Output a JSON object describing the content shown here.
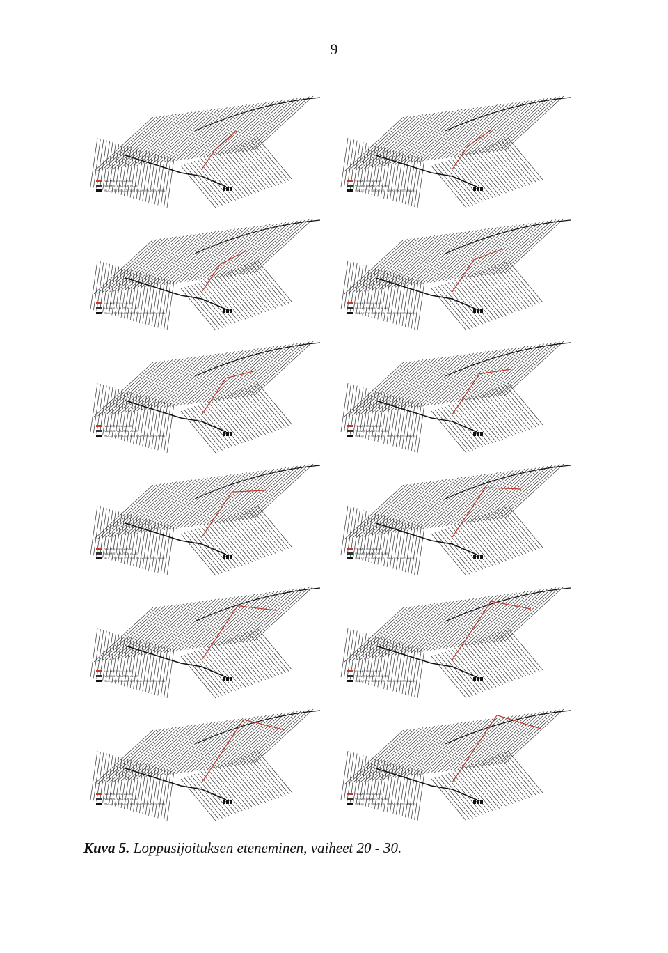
{
  "page_number": "9",
  "caption": {
    "label": "Kuva 5.",
    "text": "Loppusijoituksen eteneminen, vaiheet 20 - 30."
  },
  "colors": {
    "hatch": "#333333",
    "tunnel": "#111111",
    "active_tunnel": "#c0392b"
  },
  "panels": [
    {
      "id": "1",
      "legend": [
        "VALMISTELU-ALUE",
        "VALMISTAMATON ALUE",
        "SULJETTU SIJOITUS- TAI KESKUSTUNNELI"
      ]
    },
    {
      "id": "2",
      "legend": [
        "VALMISTELU-ALUE",
        "VALMISTAMATON ALUE",
        "SULJETTU SIJOITUS- TAI KESKUSTUNNELI"
      ]
    },
    {
      "id": "3",
      "legend": [
        "VALMISTELU-ALUE",
        "VALMISTAMATON ALUE",
        "SULJETTU SIJOITUS- TAI KESKUSTUNNELI"
      ]
    },
    {
      "id": "4",
      "legend": [
        "VALMISTELU-ALUE",
        "VALMISTAMATON ALUE",
        "SULJETTU SIJOITUS- TAI KESKUSTUNNELI"
      ]
    },
    {
      "id": "5",
      "legend": [
        "VALMISTELU-ALUE",
        "VALMISTAMATON ALUE",
        "SULJETTU SIJOITUS- TAI KESKUSTUNNELI"
      ]
    },
    {
      "id": "6",
      "legend": [
        "VALMISTELU-ALUE",
        "VALMISTAMATON ALUE",
        "SULJETTU SIJOITUS- TAI KESKUSTUNNELI"
      ]
    },
    {
      "id": "7",
      "legend": [
        "VALMISTELU-ALUE",
        "VALMISTAMATON ALUE",
        "SULJETTU SIJOITUS- TAI KESKUSTUNNELI"
      ]
    },
    {
      "id": "8",
      "legend": [
        "VALMISTELU-ALUE",
        "VALMISTAMATON ALUE",
        "SULJETTU SIJOITUS- TAI KESKUSTUNNELI"
      ]
    },
    {
      "id": "9",
      "legend": [
        "VALMISTELU-ALUE",
        "VALMISTAMATON ALUE",
        "SULJETTU SIJOITUS- TAI KESKUSTUNNELI"
      ]
    },
    {
      "id": "10",
      "legend": [
        "VALMISTELU-ALUE",
        "VALMISTAMATON ALUE",
        "SULJETTU SIJOITUS- TAI KESKUSTUNNELI"
      ]
    },
    {
      "id": "11",
      "legend": [
        "VALMISTELU-ALUE",
        "VALMISTAMATON ALUE",
        "SULJETTU SIJOITUS- TAI KESKUSTUNNELI"
      ]
    },
    {
      "id": "12",
      "legend": [
        "VALMISTELU-ALUE",
        "VALMISTAMATON ALUE",
        "SULJETTU SIJOITUS- TAI KESKUSTUNNELI"
      ]
    }
  ]
}
